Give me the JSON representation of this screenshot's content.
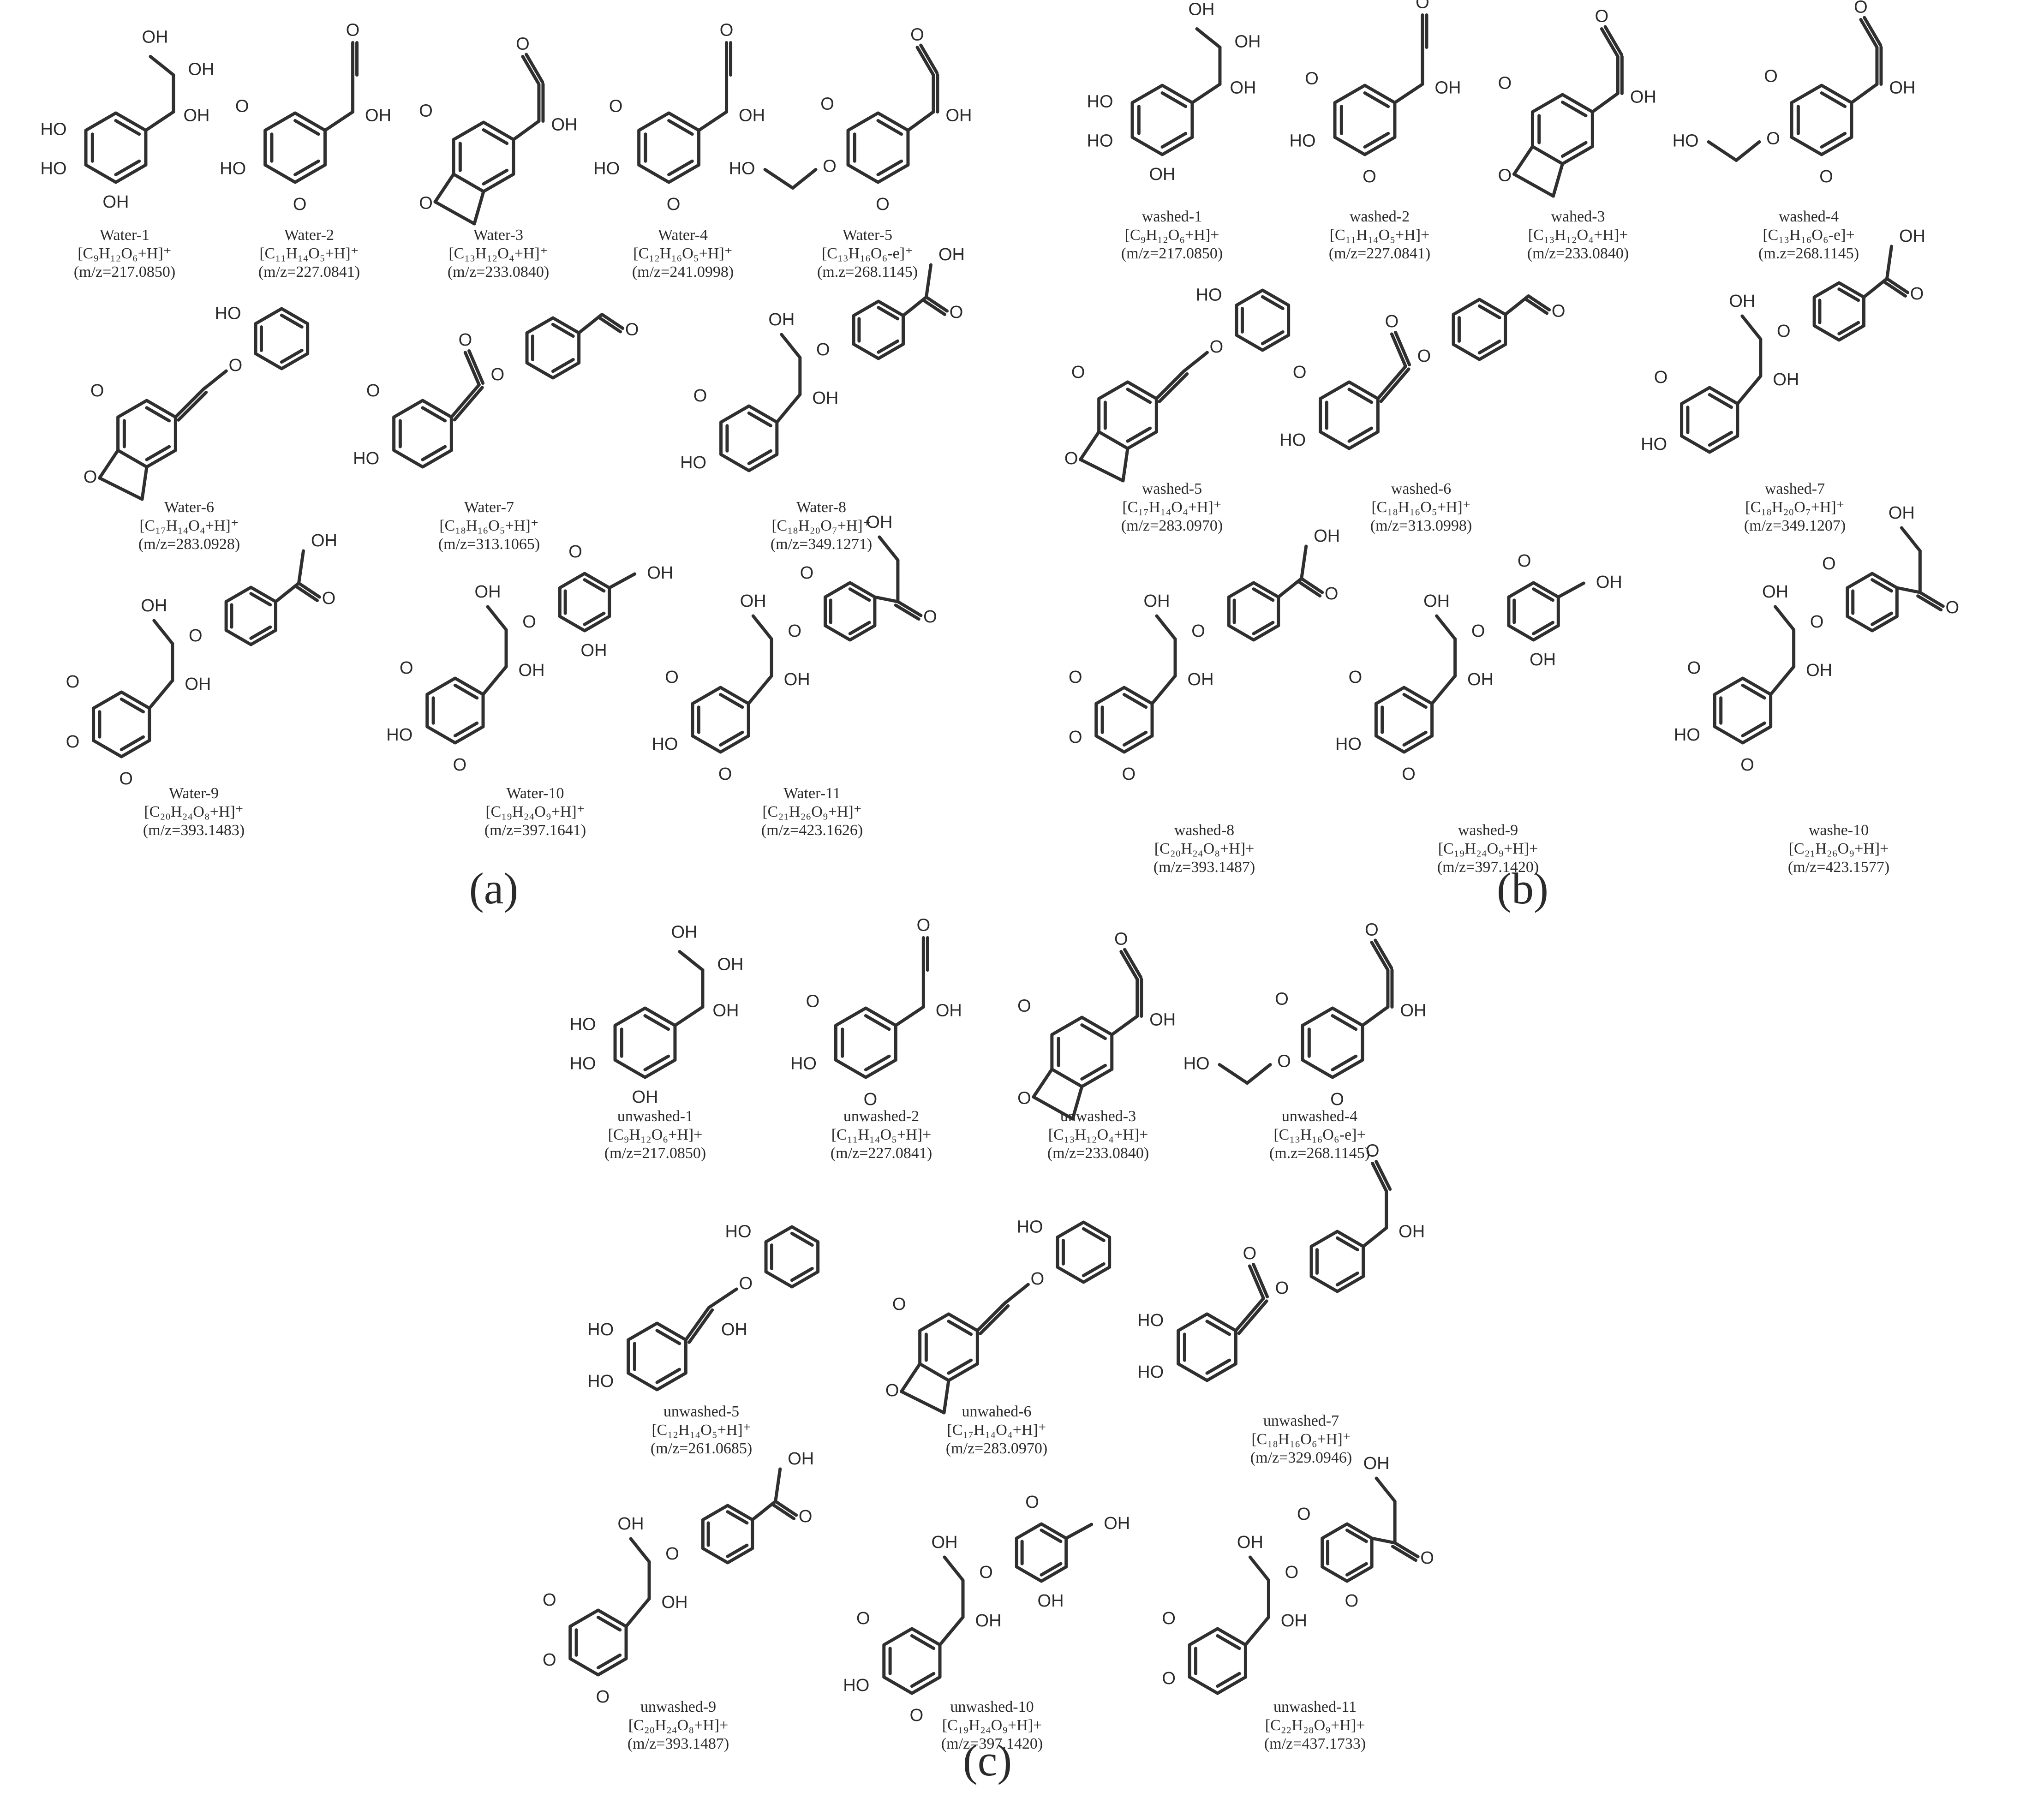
{
  "figure": {
    "panel_a": {
      "label": "(a)",
      "items": [
        {
          "name": "Water-1",
          "formula": "[C₉H₁₂O₆+H]⁺",
          "mz": "(m/z=217.0850)"
        },
        {
          "name": "Water-2",
          "formula": "[C₁₁H₁₄O₅+H]⁺",
          "mz": "(m/z=227.0841)"
        },
        {
          "name": "Water-3",
          "formula": "[C₁₃H₁₂O₄+H]⁺",
          "mz": "(m/z=233.0840)"
        },
        {
          "name": "Water-4",
          "formula": "[C₁₂H₁₆O₅+H]⁺",
          "mz": "(m/z=241.0998)"
        },
        {
          "name": "Water-5",
          "formula": "[C₁₃H₁₆O₆-e]⁺",
          "mz": "(m.z=268.1145)"
        },
        {
          "name": "Water-6",
          "formula": "[C₁₇H₁₄O₄+H]⁺",
          "mz": "(m/z=283.0928)"
        },
        {
          "name": "Water-7",
          "formula": "[C₁₈H₁₆O₅+H]⁺",
          "mz": "(m/z=313.1065)"
        },
        {
          "name": "Water-8",
          "formula": "[C₁₈H₂₀O₇+H]⁺",
          "mz": "(m/z=349.1271)"
        },
        {
          "name": "Water-9",
          "formula": "[C₂₀H₂₄O₈+H]⁺",
          "mz": "(m/z=393.1483)"
        },
        {
          "name": "Water-10",
          "formula": "[C₁₉H₂₄O₉+H]⁺",
          "mz": "(m/z=397.1641)"
        },
        {
          "name": "Water-11",
          "formula": "[C₂₁H₂₆O₉+H]⁺",
          "mz": "(m/z=423.1626)"
        }
      ]
    },
    "panel_b": {
      "label": "(b)",
      "items": [
        {
          "name": "washed-1",
          "formula": "[C₉H₁₂O₆+H]+",
          "mz": "(m/z=217.0850)"
        },
        {
          "name": "washed-2",
          "formula": "[C₁₁H₁₄O₅+H]+",
          "mz": "(m/z=227.0841)"
        },
        {
          "name": "wahed-3",
          "formula": "[C₁₃H₁₂O₄+H]+",
          "mz": "(m/z=233.0840)"
        },
        {
          "name": "washed-4",
          "formula": "[C₁₃H₁₆O₆-e]+",
          "mz": "(m.z=268.1145)"
        },
        {
          "name": "washed-5",
          "formula": "[C₁₇H₁₄O₄+H]⁺",
          "mz": "(m/z=283.0970)"
        },
        {
          "name": "washed-6",
          "formula": "[C₁₈H₁₆O₅+H]⁺",
          "mz": "(m/z=313.0998)"
        },
        {
          "name": "washed-7",
          "formula": "[C₁₈H₂₀O₇+H]⁺",
          "mz": "(m/z=349.1207)"
        },
        {
          "name": "washed-8",
          "formula": "[C₂₀H₂₄O₈+H]+",
          "mz": "(m/z=393.1487)"
        },
        {
          "name": "washed-9",
          "formula": "[C₁₉H₂₄O₉+H]+",
          "mz": "(m/z=397.1420)"
        },
        {
          "name": "washe-10",
          "formula": "[C₂₁H₂₆O₉+H]+",
          "mz": "(m/z=423.1577)"
        }
      ]
    },
    "panel_c": {
      "label": "(c)",
      "items": [
        {
          "name": "unwashed-1",
          "formula": "[C₉H₁₂O₆+H]+",
          "mz": "(m/z=217.0850)"
        },
        {
          "name": "unwashed-2",
          "formula": "[C₁₁H₁₄O₅+H]+",
          "mz": "(m/z=227.0841)"
        },
        {
          "name": "unwashed-3",
          "formula": "[C₁₃H₁₂O₄+H]+",
          "mz": "(m/z=233.0840)"
        },
        {
          "name": "unwashed-4",
          "formula": "[C₁₃H₁₆O₆-e]+",
          "mz": "(m.z=268.1145)"
        },
        {
          "name": "unwashed-5",
          "formula": "[C₁₂H₁₄O₅+H]⁺",
          "mz": "(m/z=261.0685)"
        },
        {
          "name": "unwahed-6",
          "formula": "[C₁₇H₁₄O₄+H]⁺",
          "mz": "(m/z=283.0970)"
        },
        {
          "name": "unwashed-7",
          "formula": "[C₁₈H₁₆O₆+H]⁺",
          "mz": "(m/z=329.0946)"
        },
        {
          "name": "unwashed-9",
          "formula": "[C₂₀H₂₄O₈+H]+",
          "mz": "(m/z=393.1487)"
        },
        {
          "name": "unwashed-10",
          "formula": "[C₁₉H₂₄O₉+H]+",
          "mz": "(m/z=397.1420)"
        },
        {
          "name": "unwashed-11",
          "formula": "[C₂₂H₂₈O₉+H]+",
          "mz": "(m/z=437.1733)"
        }
      ]
    },
    "atom_labels": {
      "hydroxyl": "OH",
      "hydroxyl_left": "HO",
      "oxygen": "O"
    }
  }
}
